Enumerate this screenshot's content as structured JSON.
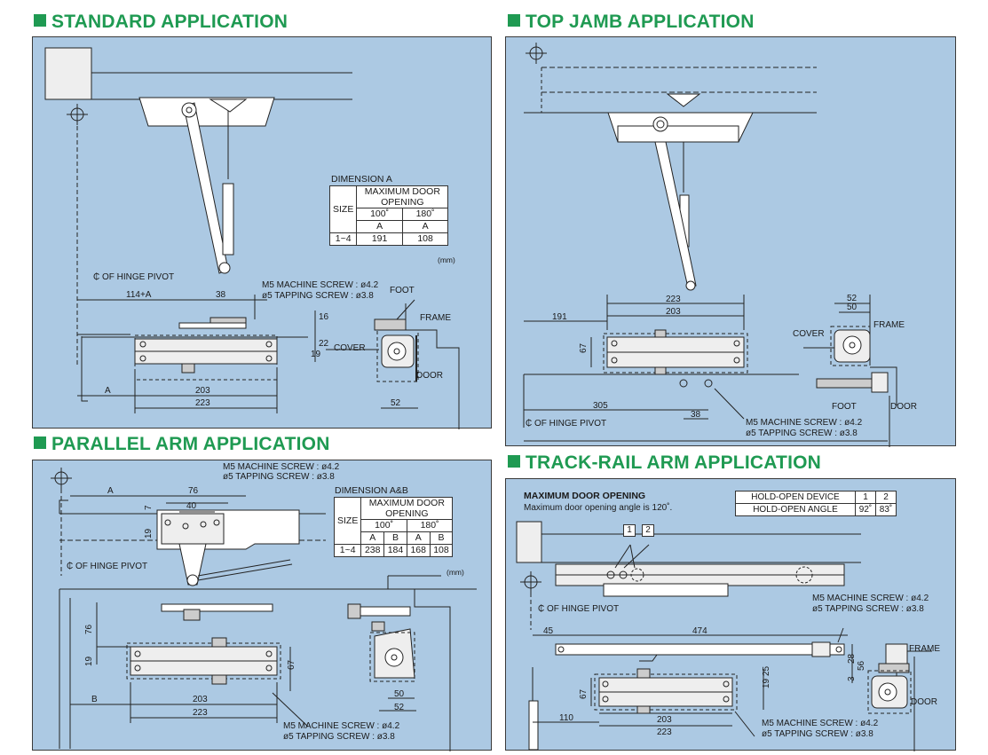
{
  "headers": {
    "standard": "STANDARD APPLICATION",
    "top_jamb": "TOP JAMB APPLICATION",
    "parallel": "PARALLEL ARM APPLICATION",
    "track_rail": "TRACK-RAIL ARM APPLICATION"
  },
  "standard": {
    "table": {
      "caption": "DIMENSION A",
      "size_header": "SIZE",
      "group_header": "MAXIMUM DOOR OPENING",
      "col1": "100˚",
      "col2": "180˚",
      "sub1": "A",
      "sub2": "A",
      "row_size": "1~4",
      "v1": "191",
      "v2": "108",
      "unit": "(mm)"
    },
    "labels": {
      "hinge": "₵ OF HINGE PIVOT",
      "screw1": "M5 MACHINE SCREW : ø4.2",
      "screw2": "ø5 TAPPING SCREW : ø3.8",
      "foot": "FOOT",
      "frame": "FRAME",
      "cover": "COVER",
      "door": "DOOR"
    },
    "dims": {
      "d114a": "114+A",
      "d38": "38",
      "d16": "16",
      "d19": "19",
      "d22": "22",
      "dA": "A",
      "d203": "203",
      "d223": "223",
      "d52": "52"
    }
  },
  "top_jamb": {
    "labels": {
      "cover": "COVER",
      "frame": "FRAME",
      "foot": "FOOT",
      "door": "DOOR",
      "hinge": "₵ OF HINGE PIVOT",
      "screw1": "M5 MACHINE SCREW : ø4.2",
      "screw2": "ø5 TAPPING SCREW : ø3.8"
    },
    "dims": {
      "d223": "223",
      "d203": "203",
      "d191": "191",
      "d67": "67",
      "d52": "52",
      "d50": "50",
      "d305": "305",
      "d38": "38"
    }
  },
  "parallel": {
    "table": {
      "caption": "DIMENSION A&B",
      "size_header": "SIZE",
      "group_header": "MAXIMUM DOOR OPENING",
      "col1": "100˚",
      "col2": "180˚",
      "subs": [
        "A",
        "B",
        "A",
        "B"
      ],
      "row_size": "1~4",
      "values": [
        "238",
        "184",
        "168",
        "108"
      ],
      "unit": "(mm)"
    },
    "labels": {
      "screw1": "M5 MACHINE SCREW : ø4.2",
      "screw2": "ø5 TAPPING SCREW : ø3.8",
      "hinge": "₵ OF HINGE PIVOT",
      "screw3": "M5 MACHINE SCREW : ø4.2",
      "screw4": "ø5 TAPPING SCREW : ø3.8"
    },
    "dims": {
      "dA": "A",
      "d76": "76",
      "d40": "40",
      "d7": "7",
      "d19a": "19",
      "d76v": "76",
      "d19": "19",
      "d67": "67",
      "dB": "B",
      "d203": "203",
      "d223": "223",
      "d50": "50",
      "d52": "52"
    }
  },
  "track_rail": {
    "max_title": "MAXIMUM DOOR OPENING",
    "max_text": "Maximum door opening angle is 120˚.",
    "hold_table": {
      "row1_label": "HOLD-OPEN DEVICE",
      "row1_c1": "1",
      "row1_c2": "2",
      "row2_label": "HOLD-OPEN ANGLE",
      "row2_c1": "92˚",
      "row2_c2": "83˚"
    },
    "markers": [
      "1",
      "2"
    ],
    "labels": {
      "hinge": "₵ OF HINGE PIVOT",
      "screw1": "M5 MACHINE SCREW : ø4.2",
      "screw2": "ø5 TAPPING SCREW : ø3.8",
      "frame": "FRAME",
      "door": "DOOR",
      "screw3": "M5 MACHINE SCREW : ø4.2",
      "screw4": "ø5 TAPPING SCREW : ø3.8"
    },
    "dims": {
      "d45": "45",
      "d474": "474",
      "d28": "28",
      "d56": "56",
      "d3": "3",
      "d67": "67",
      "d19": "19",
      "d25": "25",
      "d110": "110",
      "d203": "203",
      "d223": "223"
    }
  }
}
